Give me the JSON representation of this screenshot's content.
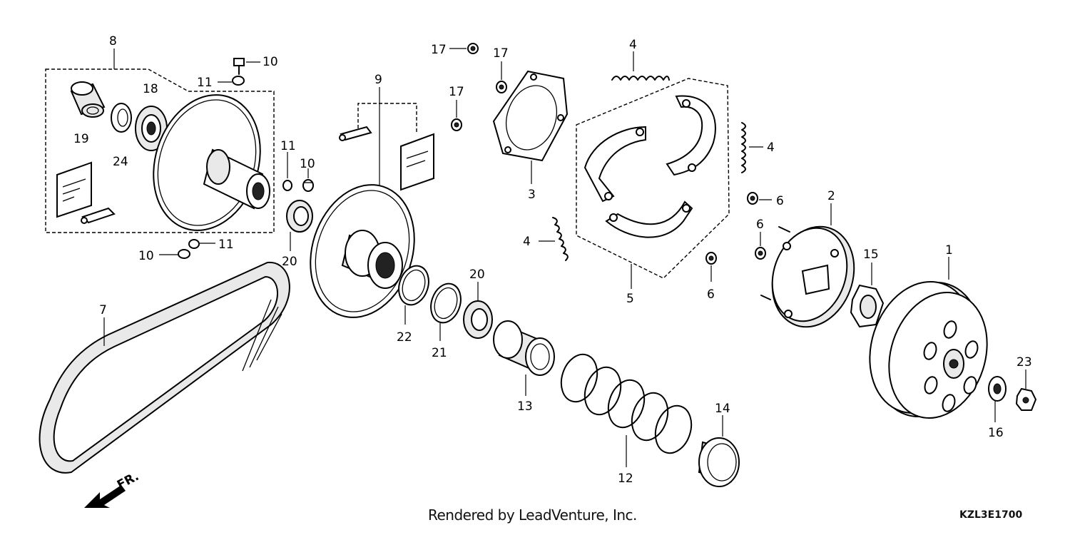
{
  "diagram": {
    "callouts": [
      {
        "id": "c1",
        "text": "1"
      },
      {
        "id": "c2",
        "text": "2"
      },
      {
        "id": "c3",
        "text": "3"
      },
      {
        "id": "c4a",
        "text": "4"
      },
      {
        "id": "c4b",
        "text": "4"
      },
      {
        "id": "c4c",
        "text": "4"
      },
      {
        "id": "c5",
        "text": "5"
      },
      {
        "id": "c6a",
        "text": "6"
      },
      {
        "id": "c6b",
        "text": "6"
      },
      {
        "id": "c6c",
        "text": "6"
      },
      {
        "id": "c7",
        "text": "7"
      },
      {
        "id": "c8",
        "text": "8"
      },
      {
        "id": "c9",
        "text": "9"
      },
      {
        "id": "c10a",
        "text": "10"
      },
      {
        "id": "c10b",
        "text": "10"
      },
      {
        "id": "c10c",
        "text": "10"
      },
      {
        "id": "c11a",
        "text": "11"
      },
      {
        "id": "c11b",
        "text": "11"
      },
      {
        "id": "c11c",
        "text": "11"
      },
      {
        "id": "c12",
        "text": "12"
      },
      {
        "id": "c13",
        "text": "13"
      },
      {
        "id": "c14",
        "text": "14"
      },
      {
        "id": "c15",
        "text": "15"
      },
      {
        "id": "c16",
        "text": "16"
      },
      {
        "id": "c17a",
        "text": "17"
      },
      {
        "id": "c17b",
        "text": "17"
      },
      {
        "id": "c17c",
        "text": "17"
      },
      {
        "id": "c18",
        "text": "18"
      },
      {
        "id": "c19",
        "text": "19"
      },
      {
        "id": "c20a",
        "text": "20"
      },
      {
        "id": "c20b",
        "text": "20"
      },
      {
        "id": "c21",
        "text": "21"
      },
      {
        "id": "c22",
        "text": "22"
      },
      {
        "id": "c23",
        "text": "23"
      },
      {
        "id": "c24",
        "text": "24"
      }
    ],
    "direction_label": "FR.",
    "credit": "Rendered by LeadVenture, Inc.",
    "diagram_code": "KZL3E1700"
  }
}
